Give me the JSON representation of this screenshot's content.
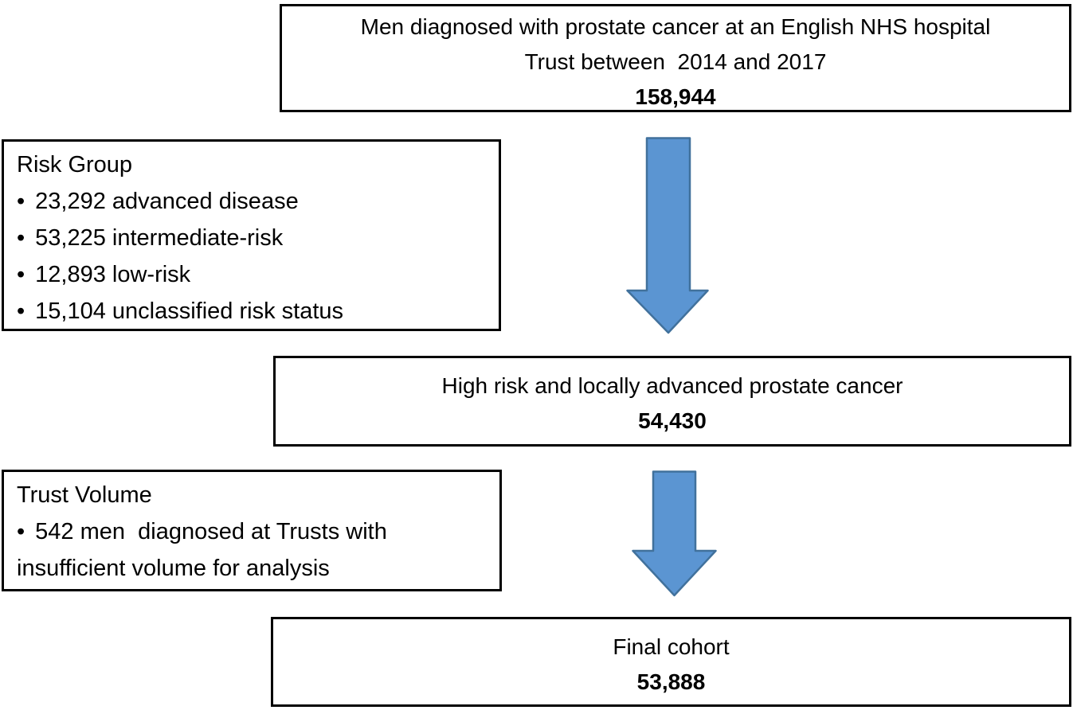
{
  "colors": {
    "arrow_fill": "#5B95D2",
    "arrow_stroke": "#41719C",
    "box_border": "#000000",
    "text": "#000000",
    "background": "#FFFFFF"
  },
  "icons": {
    "arrow": "down-block-arrow"
  },
  "flowchart": {
    "initial_box": {
      "line1": "Men diagnosed with prostate cancer at an English NHS hospital",
      "line2": "Trust between  2014 and 2017",
      "count": "158,944"
    },
    "risk_group_box": {
      "title": "Risk Group",
      "items": [
        "23,292 advanced disease",
        "53,225 intermediate-risk",
        "12,893 low-risk",
        "15,104 unclassified risk status"
      ]
    },
    "high_risk_box": {
      "line1": "High risk and locally advanced prostate cancer",
      "count": "54,430"
    },
    "trust_volume_box": {
      "title": "Trust Volume",
      "items": [
        "542 men  diagnosed at Trusts with insufficient volume for analysis"
      ]
    },
    "final_box": {
      "line1": "Final cohort",
      "count": "53,888"
    }
  }
}
